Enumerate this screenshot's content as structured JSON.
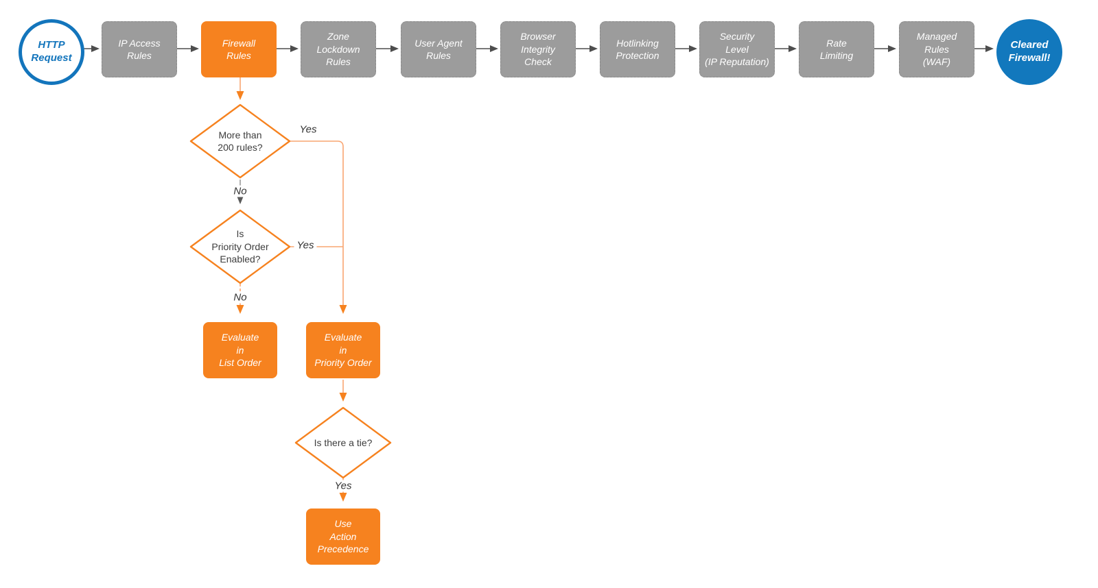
{
  "flow": {
    "start": {
      "label": "HTTP\nRequest"
    },
    "steps": [
      {
        "label": "IP Access\nRules"
      },
      {
        "label": "Firewall\nRules"
      },
      {
        "label": "Zone\nLockdown\nRules"
      },
      {
        "label": "User Agent\nRules"
      },
      {
        "label": "Browser\nIntegrity\nCheck"
      },
      {
        "label": "Hotlinking\nProtection"
      },
      {
        "label": "Security\nLevel\n(IP Reputation)"
      },
      {
        "label": "Rate\nLimiting"
      },
      {
        "label": "Managed\nRules\n(WAF)"
      }
    ],
    "end": {
      "label": "Cleared\nFirewall!"
    }
  },
  "branch": {
    "decision_rules": {
      "label": "More than\n200 rules?",
      "yes_label": "Yes",
      "no_label": "No"
    },
    "decision_priority": {
      "label": "Is\nPriority Order\nEnabled?",
      "yes_label": "Yes",
      "no_label": "No"
    },
    "evaluate_list": {
      "label": "Evaluate\nin\nList Order"
    },
    "evaluate_priority": {
      "label": "Evaluate\nin\nPriority Order"
    },
    "decision_tie": {
      "label": "Is there a tie?",
      "yes_label": "Yes"
    },
    "action_precedence": {
      "label": "Use\nAction\nPrecedence"
    }
  },
  "colors": {
    "accent_orange": "#f6821f",
    "connector_orange": "#f9a571",
    "node_gray": "#9c9c9c",
    "brand_blue": "#1375bc",
    "arrow_dark": "#4d4d4d",
    "diamond_text": "#3d3d3d"
  }
}
